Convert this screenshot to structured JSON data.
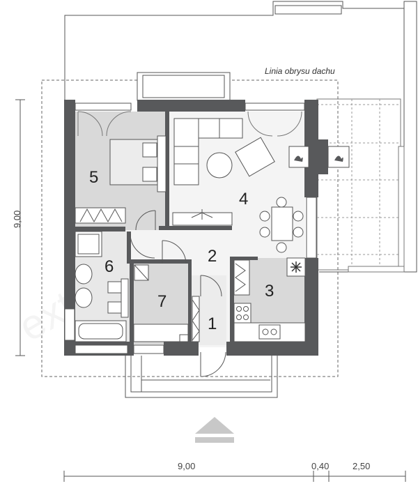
{
  "roof_outline_label": "Linia obrysu dachu",
  "rooms": [
    {
      "id": "1",
      "label": "1"
    },
    {
      "id": "2",
      "label": "2"
    },
    {
      "id": "3",
      "label": "3"
    },
    {
      "id": "4",
      "label": "4"
    },
    {
      "id": "5",
      "label": "5"
    },
    {
      "id": "6",
      "label": "6"
    },
    {
      "id": "7",
      "label": "7"
    }
  ],
  "dimensions": {
    "height": "9,00",
    "width_main": "9,00",
    "width_gap": "0,40",
    "width_terrace": "2,50"
  },
  "colors": {
    "wall": "#58595b",
    "light_floor": "#f4f4f4",
    "grey_floor": "#d9d9d9",
    "line": "#555555"
  },
  "icons": [
    "entrance-arrow-icon",
    "snowflake-icon",
    "fireplace-icon",
    "sink-icon",
    "stove-icon"
  ]
}
